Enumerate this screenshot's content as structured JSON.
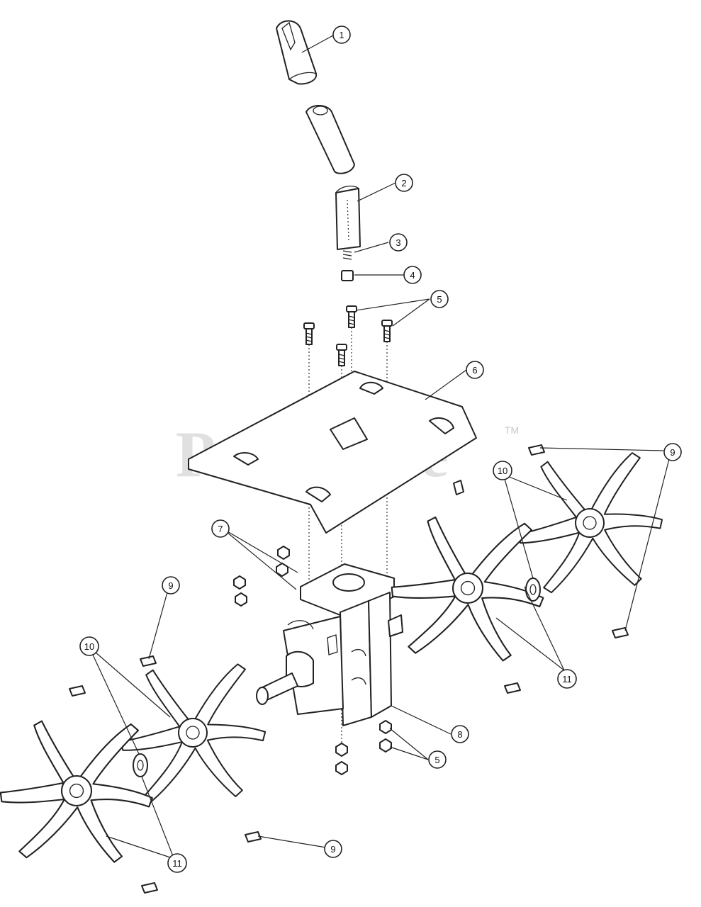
{
  "watermark": {
    "text": "PartsTree",
    "trademark": "TM"
  },
  "callouts": [
    {
      "id": "c1",
      "label": "1"
    },
    {
      "id": "c2",
      "label": "2"
    },
    {
      "id": "c3",
      "label": "3"
    },
    {
      "id": "c4",
      "label": "4"
    },
    {
      "id": "c5a",
      "label": "5"
    },
    {
      "id": "c5b",
      "label": "5"
    },
    {
      "id": "c6",
      "label": "6"
    },
    {
      "id": "c7",
      "label": "7"
    },
    {
      "id": "c8",
      "label": "8"
    },
    {
      "id": "c9a",
      "label": "9"
    },
    {
      "id": "c9b",
      "label": "9"
    },
    {
      "id": "c9c",
      "label": "9"
    },
    {
      "id": "c10a",
      "label": "10"
    },
    {
      "id": "c10b",
      "label": "10"
    },
    {
      "id": "c11a",
      "label": "11"
    },
    {
      "id": "c11b",
      "label": "11"
    }
  ]
}
